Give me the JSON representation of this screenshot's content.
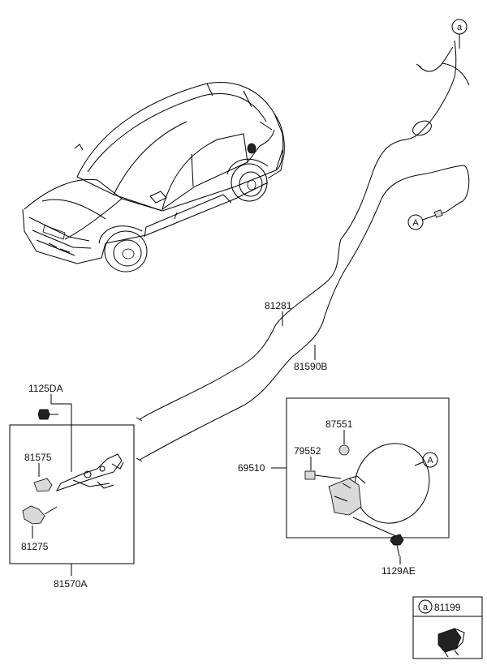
{
  "labels": {
    "p81281": "81281",
    "p81590b": "81590B",
    "p1125da": "1125DA",
    "p81575": "81575",
    "p81275": "81275",
    "p81570a": "81570A",
    "p87551": "87551",
    "p79552": "79552",
    "p69510": "69510",
    "p1129ae": "1129AE",
    "p81199": "81199"
  },
  "markers": {
    "small_a": "a",
    "big_a": "A"
  }
}
